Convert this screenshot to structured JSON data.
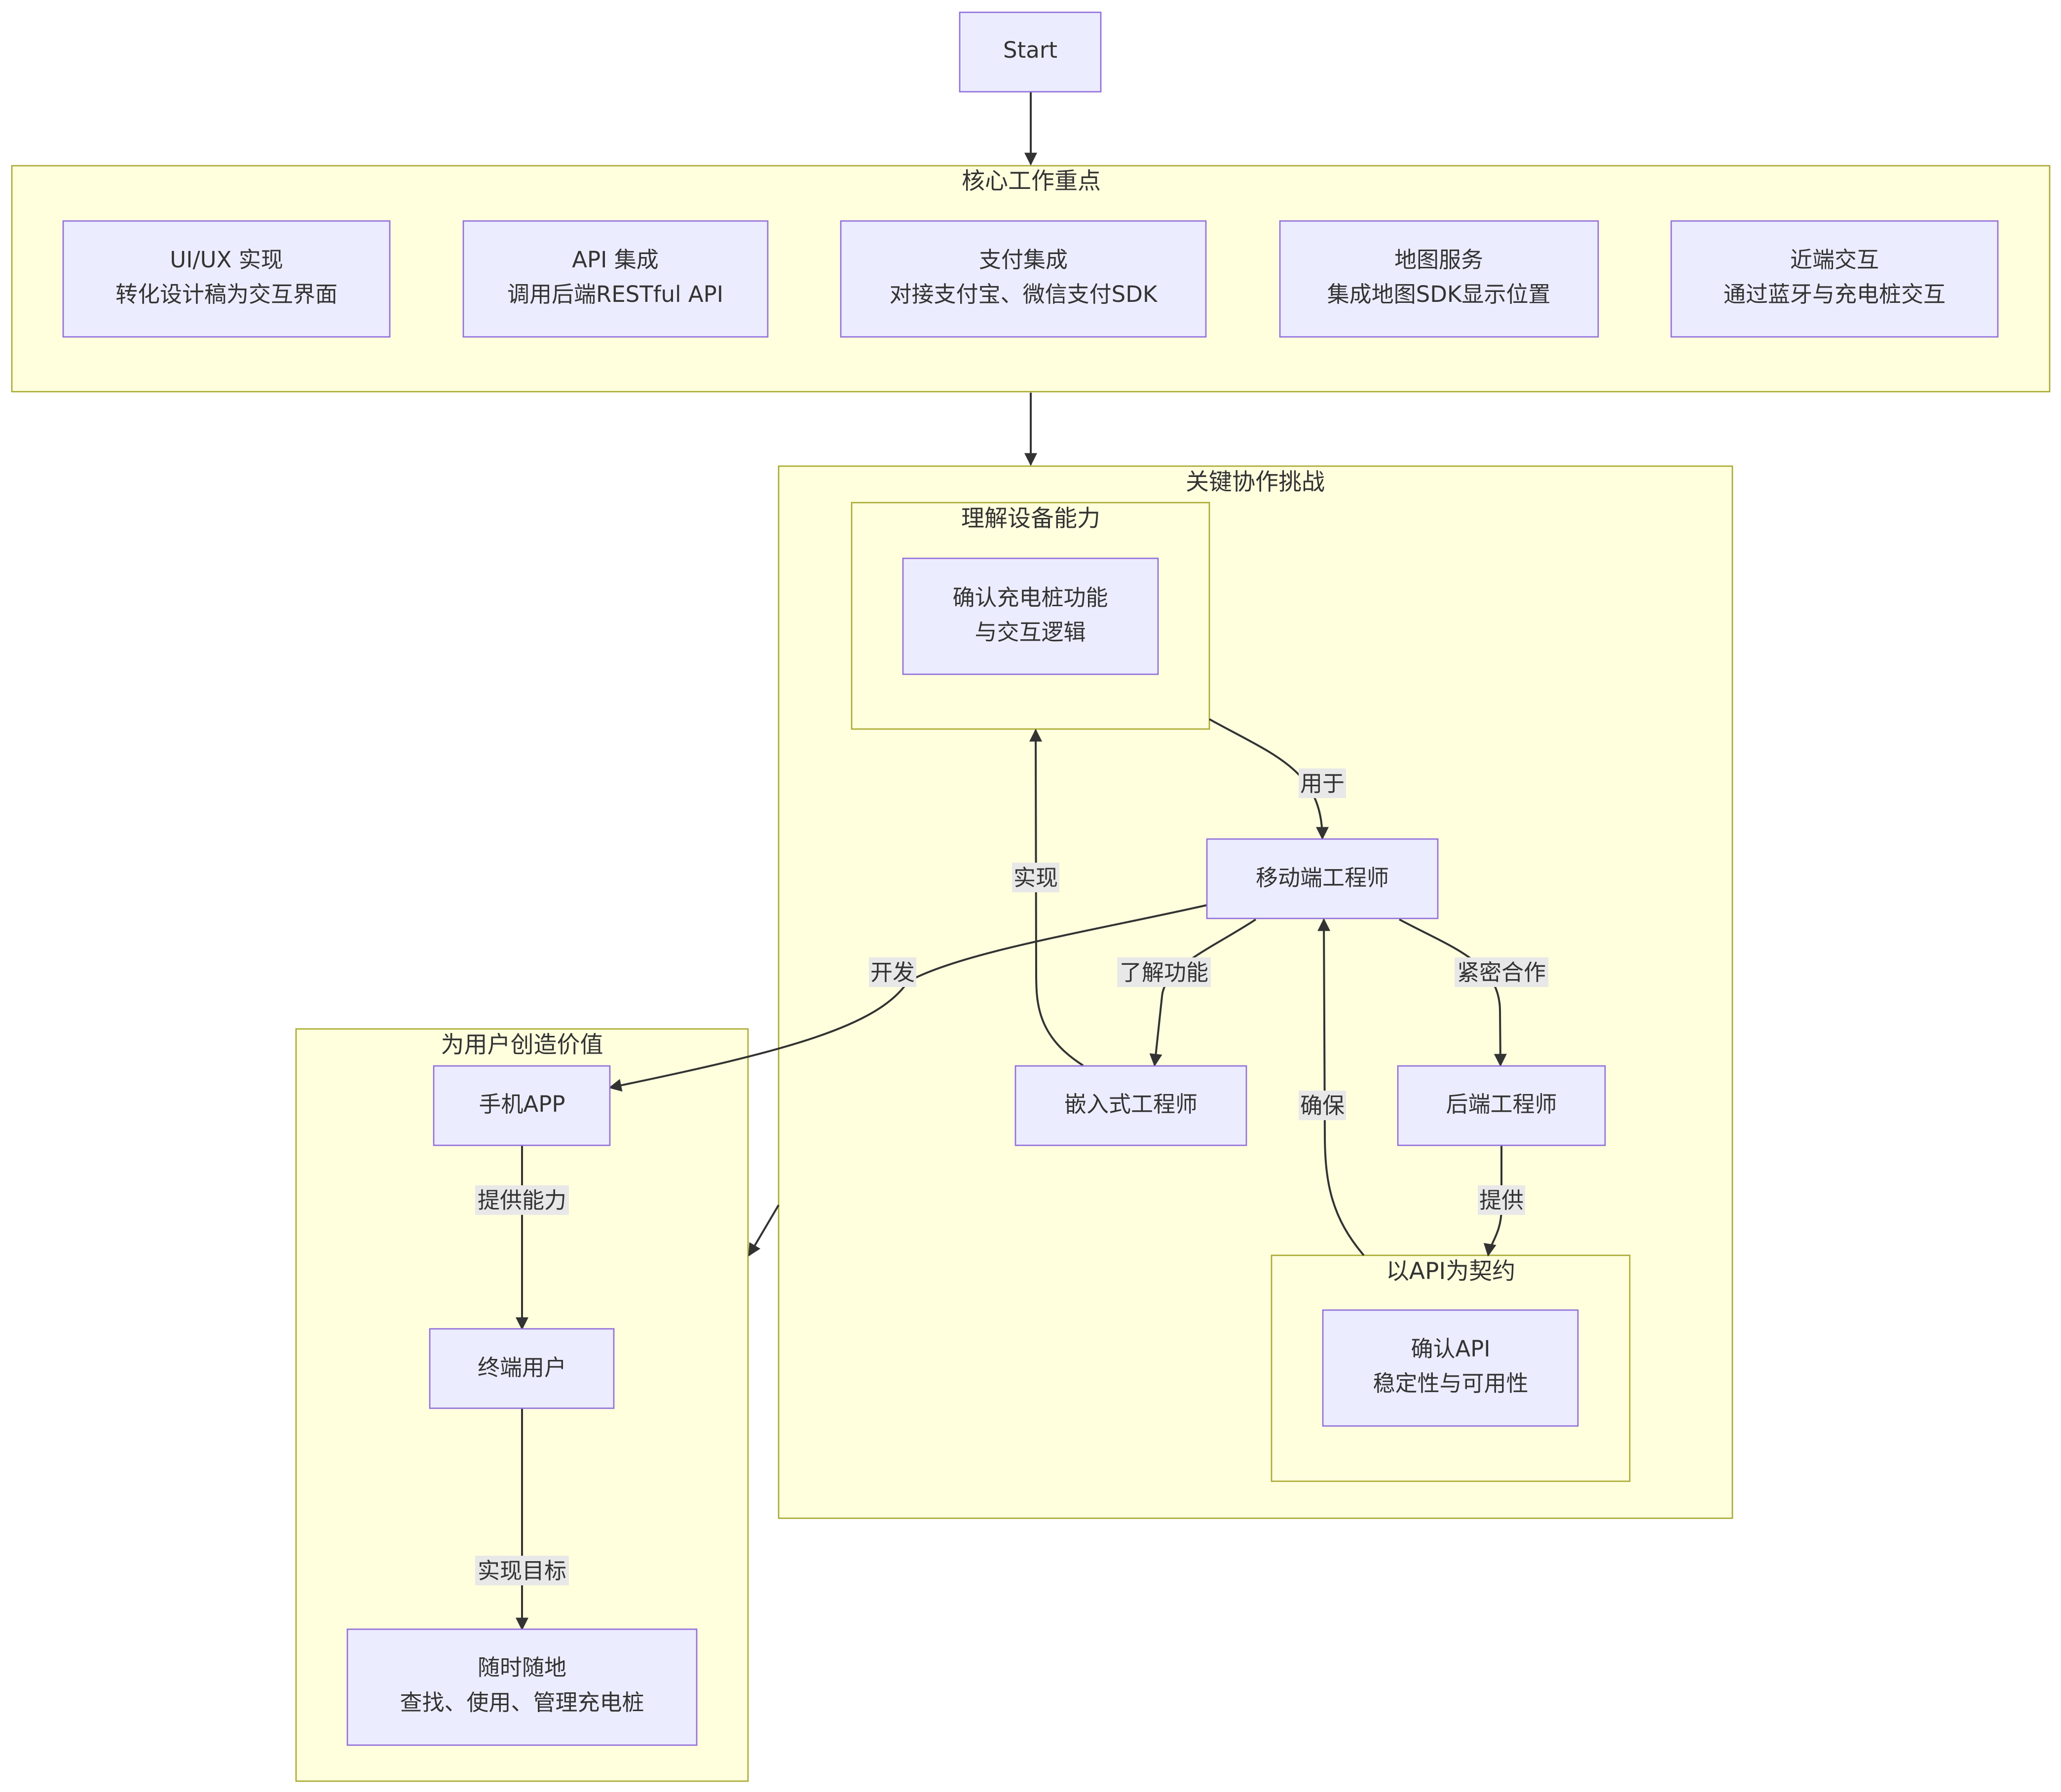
{
  "start": "Start",
  "core": {
    "title": "核心工作重点",
    "items": [
      {
        "line1": "UI/UX 实现",
        "line2": "转化设计稿为交互界面"
      },
      {
        "line1": "API 集成",
        "line2": "调用后端RESTful API"
      },
      {
        "line1": "支付集成",
        "line2": "对接支付宝、微信支付SDK"
      },
      {
        "line1": "地图服务",
        "line2": "集成地图SDK显示位置"
      },
      {
        "line1": "近端交互",
        "line2": "通过蓝牙与充电桩交互"
      }
    ]
  },
  "collab": {
    "title": "关键协作挑战",
    "device_cluster": {
      "title": "理解设备能力",
      "node_line1": "确认充电桩功能",
      "node_line2": "与交互逻辑"
    },
    "mobile": "移动端工程师",
    "embedded": "嵌入式工程师",
    "backend": "后端工程师",
    "api_cluster": {
      "title": "以API为契约",
      "node_line1": "确认API",
      "node_line2": "稳定性与可用性"
    }
  },
  "value": {
    "title": "为用户创造价值",
    "app": "手机APP",
    "user": "终端用户",
    "goal_line1": "随时随地",
    "goal_line2": "查找、使用、管理充电桩"
  },
  "edges": {
    "use_for": "用于",
    "implement": "实现",
    "develop": "开发",
    "understand": "了解功能",
    "cooperate": "紧密合作",
    "ensure": "确保",
    "provide": "提供",
    "provide_capability": "提供能力",
    "achieve_goal": "实现目标"
  },
  "colors": {
    "cluster_fill": "#ffffde",
    "cluster_stroke": "#aaaa33",
    "node_fill": "#ececff",
    "node_stroke": "#9370db",
    "edge": "#333333"
  }
}
